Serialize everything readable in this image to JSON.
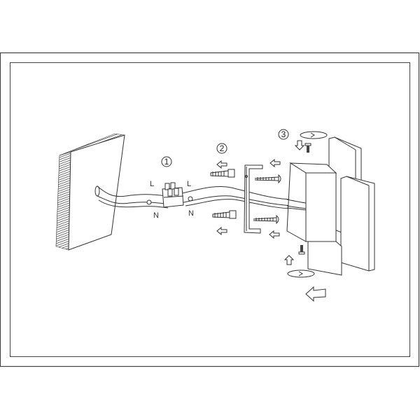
{
  "diagram": {
    "steps": [
      "1",
      "2",
      "3"
    ],
    "wire_labels": {
      "live_left": "L",
      "neutral_left": "N",
      "live_right": "L",
      "neutral_right": "N"
    },
    "colors": {
      "line": "#333333",
      "background": "#ffffff"
    }
  }
}
